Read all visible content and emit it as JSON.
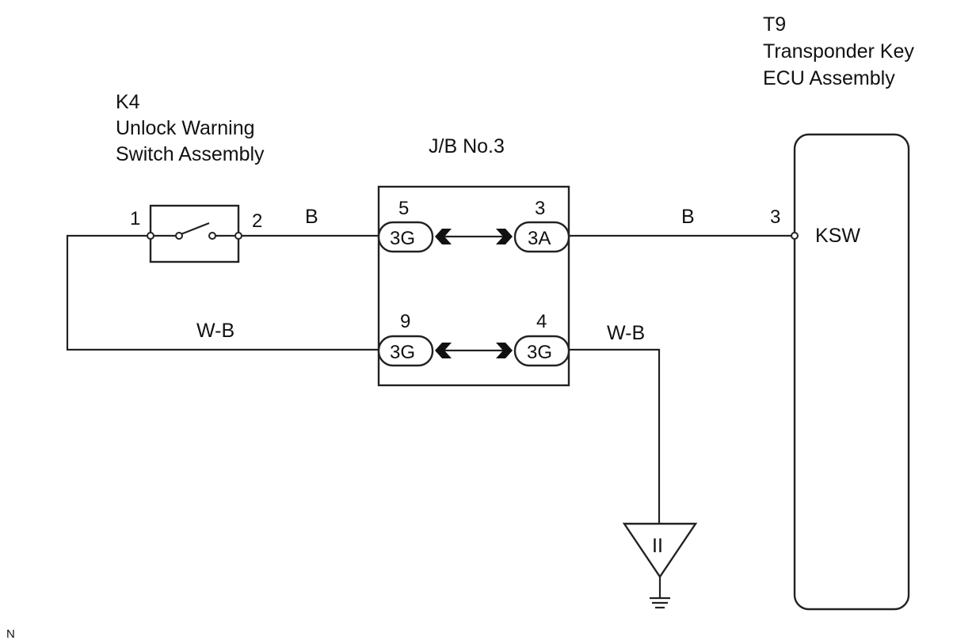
{
  "components": {
    "switch": {
      "code": "K4",
      "name_line1": "Unlock Warning",
      "name_line2": "Switch Assembly",
      "pin_left": "1",
      "pin_right": "2"
    },
    "junction_block": {
      "name": "J/B No.3"
    },
    "ecu": {
      "code": "T9",
      "name_line1": "Transponder Key",
      "name_line2": "ECU Assembly",
      "pin": "3",
      "terminal": "KSW"
    },
    "ground": {
      "symbol": "II"
    }
  },
  "connectors": {
    "top_left": {
      "pin": "5",
      "code": "3G"
    },
    "top_right": {
      "pin": "3",
      "code": "3A"
    },
    "bottom_left": {
      "pin": "9",
      "code": "3G"
    },
    "bottom_right": {
      "pin": "4",
      "code": "3G"
    }
  },
  "wires": {
    "switch_to_jb": "B",
    "jb_to_ecu": "B",
    "return_to_jb": "W-B",
    "jb_to_ground": "W-B"
  },
  "footer": {
    "mark": "N"
  }
}
